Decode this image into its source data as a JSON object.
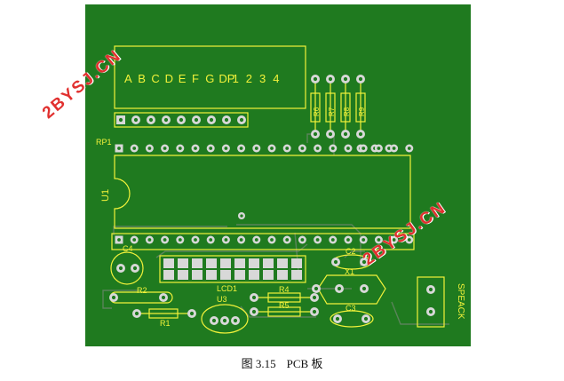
{
  "board": {
    "background": "#1f7a1f",
    "silkscreen_color": "#f2f23a",
    "pad_color": "#d8d8d8",
    "display_segment_labels": [
      "A",
      "B",
      "C",
      "D",
      "E",
      "F",
      "G",
      "DP",
      "1",
      "2",
      "3",
      "4"
    ],
    "rp_label": "RP1",
    "u1_label": "U1",
    "resistor_labels": [
      "R6",
      "R7",
      "R8",
      "R9"
    ],
    "component_labels": {
      "c4": "C4",
      "c2": "C2",
      "c3": "C3",
      "x1": "X1",
      "r1": "R1",
      "r2": "R2",
      "r4": "R4",
      "r5": "R5",
      "u3": "U3",
      "lcd": "LCD1",
      "speaker": "SPEACK"
    }
  },
  "watermarks": [
    "2BYSJ.CN",
    "2BYSJ.CN"
  ],
  "watermark_color": "#e1302f",
  "caption": {
    "figure_number": "图 3.15",
    "title": "PCB 板"
  }
}
